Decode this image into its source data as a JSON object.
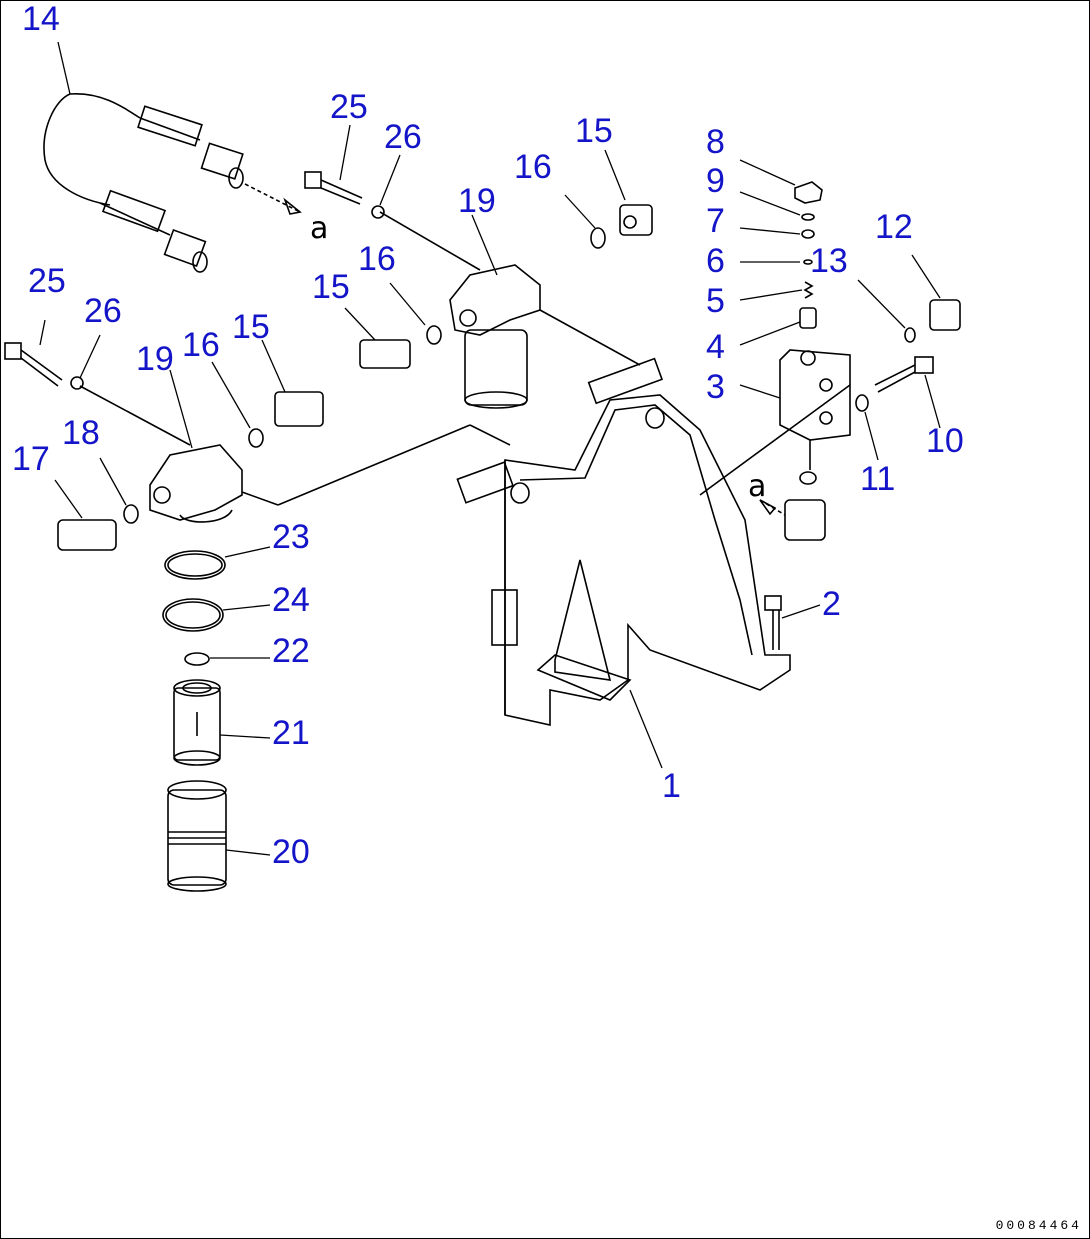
{
  "diagram": {
    "callouts": [
      "14",
      "25",
      "26",
      "19",
      "16",
      "15",
      "8",
      "9",
      "7",
      "6",
      "13",
      "5",
      "4",
      "3",
      "12",
      "10",
      "11",
      "2",
      "1",
      "17",
      "18",
      "23",
      "24",
      "22",
      "21",
      "20"
    ],
    "connector_label": "a",
    "drawing_code": "00084464",
    "label_color": "#1414c8"
  }
}
